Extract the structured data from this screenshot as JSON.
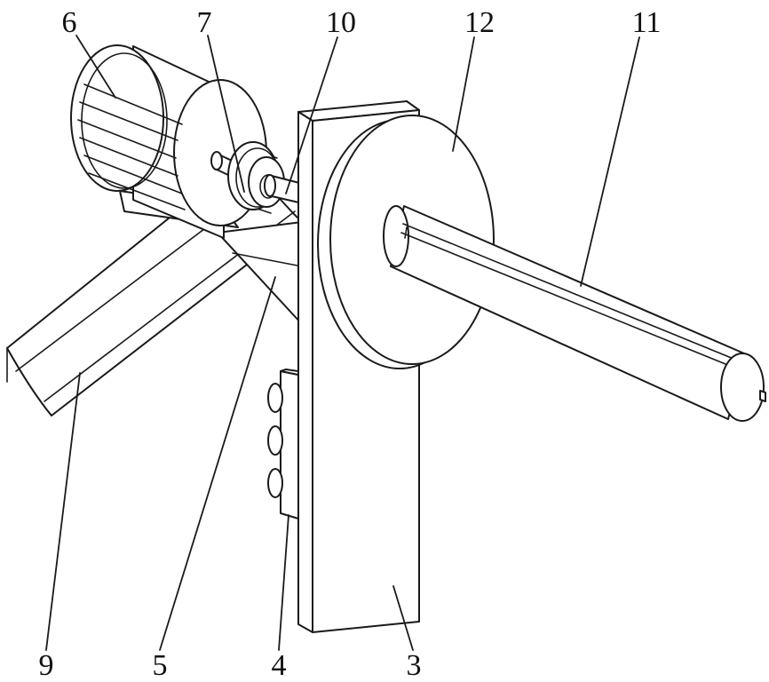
{
  "labels": {
    "l3": "3",
    "l4": "4",
    "l5": "5",
    "l6": "6",
    "l7": "7",
    "l9": "9",
    "l10": "10",
    "l11": "11",
    "l12": "12"
  }
}
